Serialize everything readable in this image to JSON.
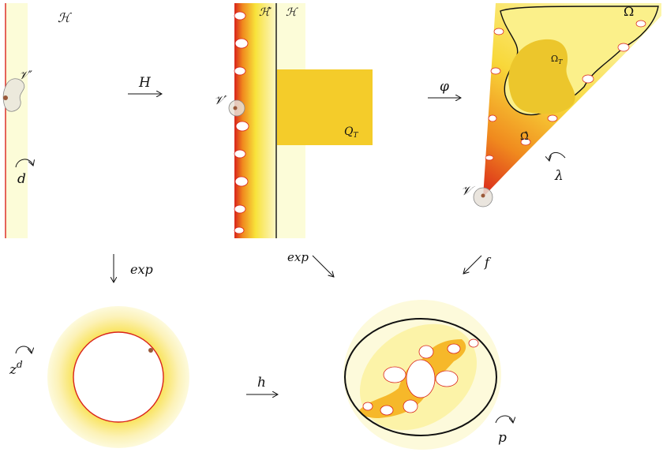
{
  "labels": {
    "H_script_left": "ℋ",
    "V_double": "𝒱″",
    "d": "d",
    "map_H": "H",
    "H_hat": "ℋ̂",
    "H_script_mid": "ℋ",
    "V_prime": "𝒱′",
    "Q_T": "Q",
    "Q_T_sub": "T",
    "map_phi": "φ",
    "Omega": "Ω",
    "Omega_T": "Ω",
    "Omega_T_sub": "T",
    "Omega_hat": "Ω̂",
    "lambda": "λ",
    "V": "𝒱",
    "exp_down": "exp",
    "exp_diag": "exp",
    "f": "f",
    "z_d_base": "z",
    "z_d_exp": "d",
    "map_h": "h",
    "p": "p"
  },
  "colors": {
    "pale": "#fcfcd8",
    "yellow_light": "#fbf29a",
    "yellow": "#f8e23a",
    "gold": "#f2c42a",
    "orange": "#f08a1e",
    "red": "#d9231b",
    "blob": "#ece9dc",
    "dot": "#9a5a3a"
  }
}
